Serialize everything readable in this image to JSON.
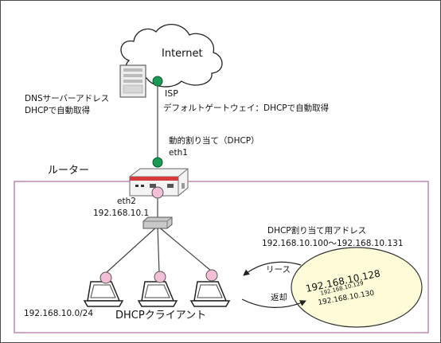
{
  "labels": {
    "internet": "Internet",
    "dns_server_line1": "DNSサーバーアドレス",
    "dns_server_line2": "DHCPで自動取得",
    "isp": "ISP",
    "default_gateway": "デフォルトゲートウェイ：DHCPで自動取得",
    "dynamic_assign": "動的割り当て（DHCP）",
    "eth1": "eth1",
    "router": "ルーター",
    "eth2": "eth2",
    "lan_ip": "192.168.10.1",
    "dhcp_pool_title": "DHCP割り当て用アドレス",
    "dhcp_pool_range": "192.168.10.100〜192.168.10.131",
    "lease": "リース",
    "return": "返却",
    "pool_ip1": "192.168.10.128",
    "pool_ip2": "192.168.10.129",
    "pool_ip3": "192.168.10.130",
    "clients": "DHCPクライアント",
    "subnet": "192.168.10.0/24"
  },
  "colors": {
    "lan_border": "#b06aa3",
    "pool_fill": "#fdfbd8",
    "port_wan": "#1a9a55",
    "port_lan": "#f2bfd6",
    "router_accent": "#d63a3a"
  }
}
